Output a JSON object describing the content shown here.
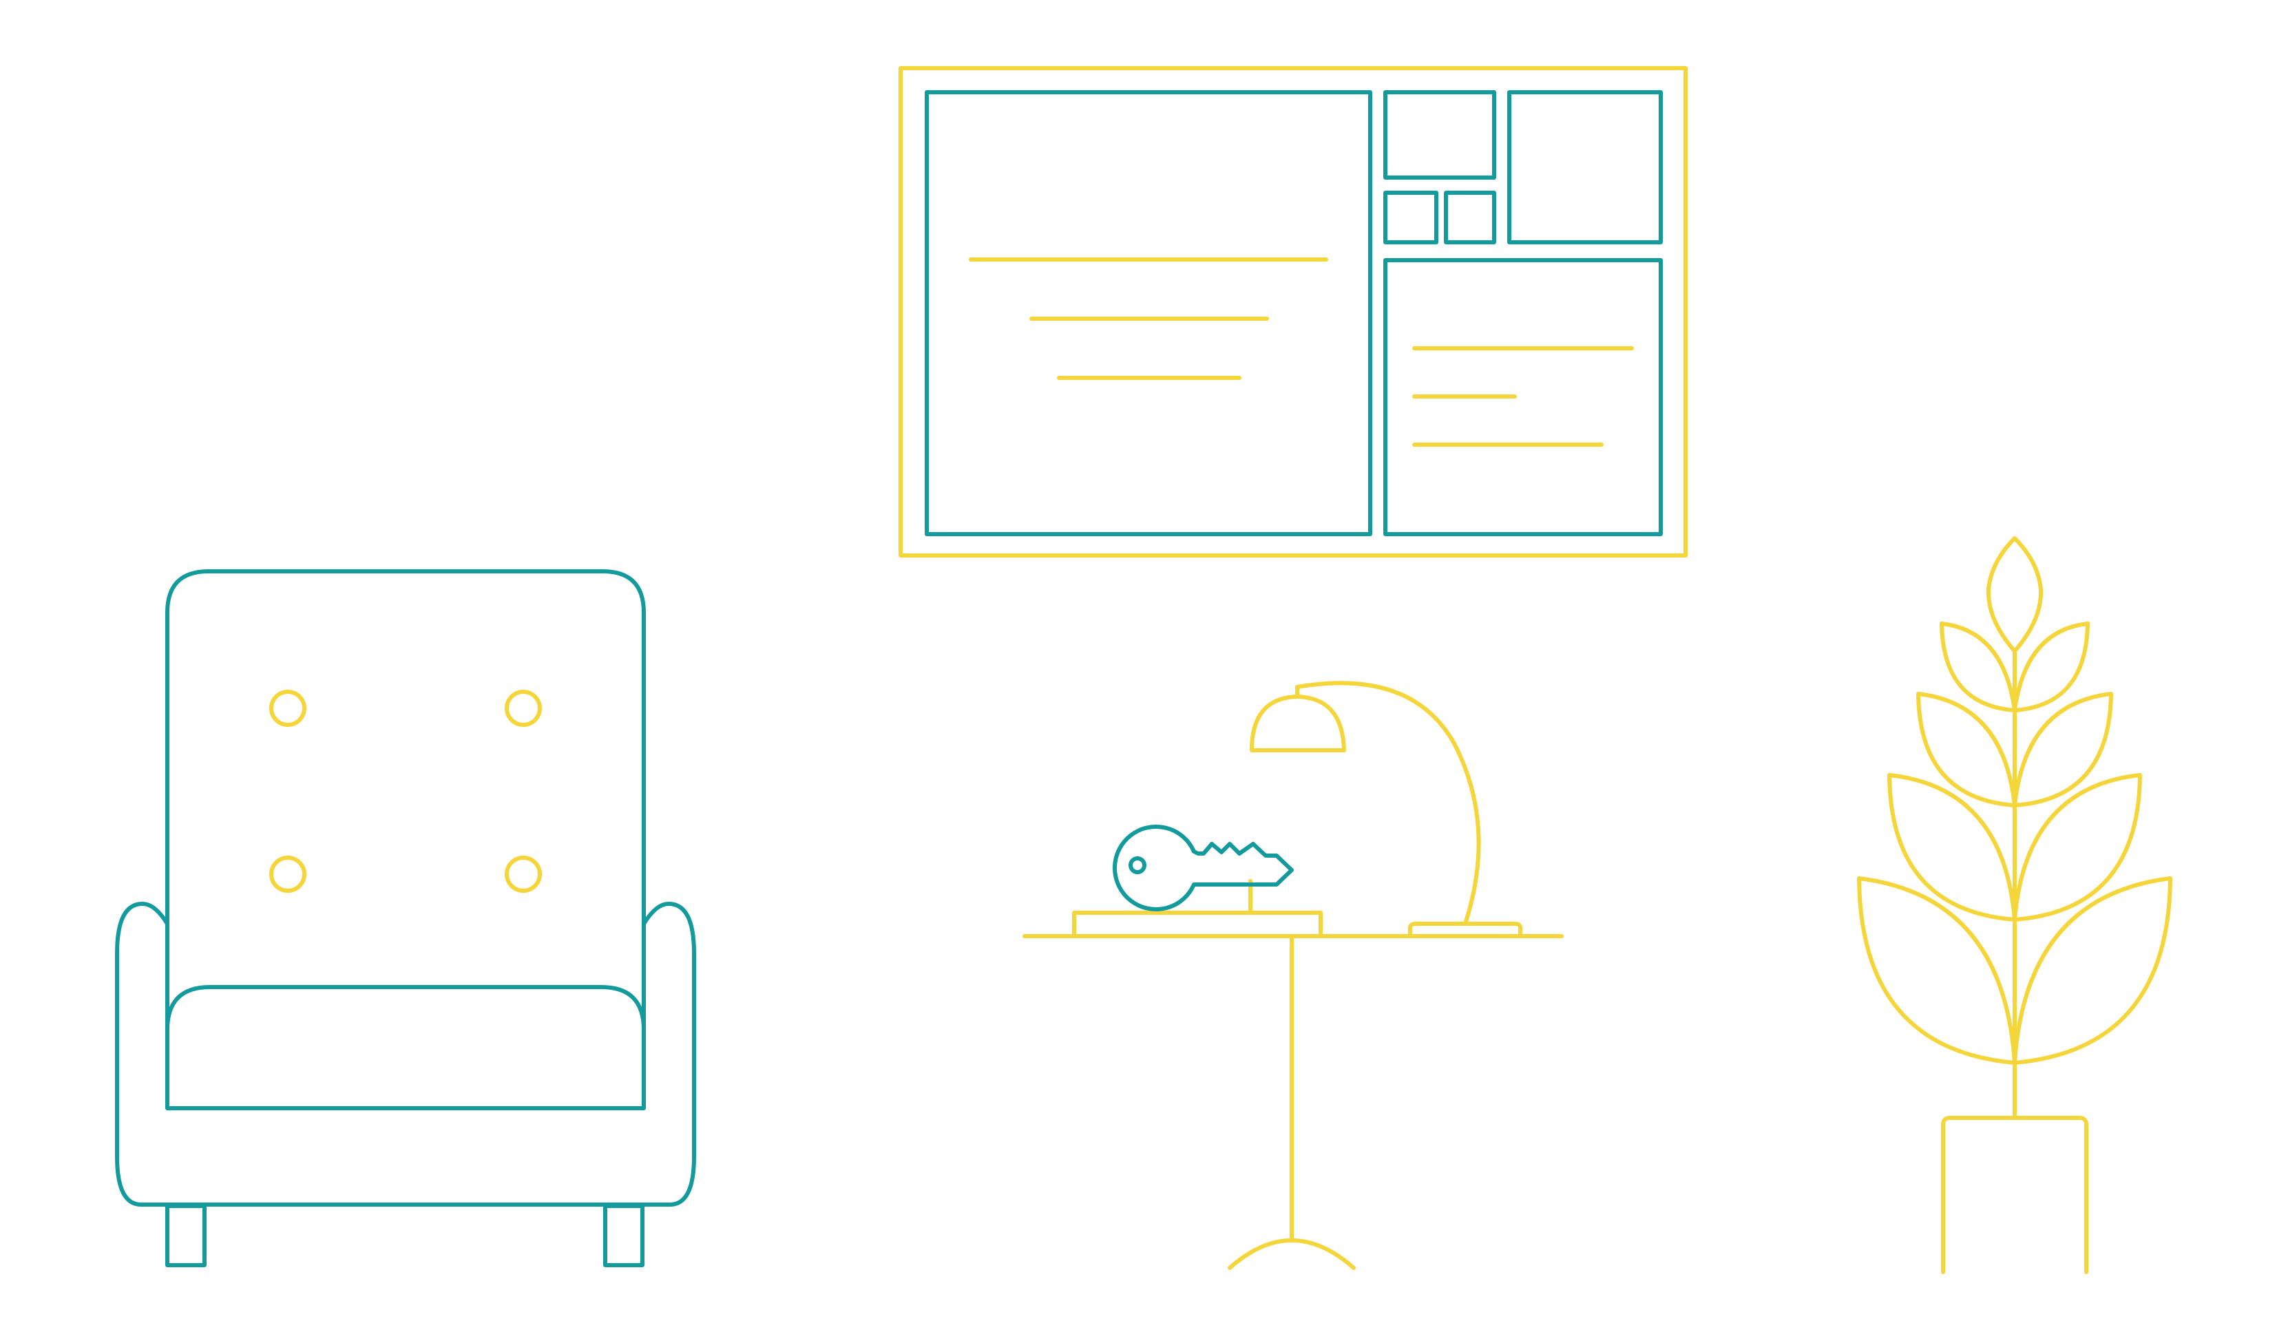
{
  "colors": {
    "teal": "#139a9c",
    "yellow": "#f4d53a",
    "background": "#ffffff"
  },
  "objects": [
    {
      "name": "armchair",
      "icon": "armchair-icon"
    },
    {
      "name": "framed-picture",
      "icon": "picture-frame-icon"
    },
    {
      "name": "desk-lamp",
      "icon": "lamp-icon"
    },
    {
      "name": "key",
      "icon": "key-icon"
    },
    {
      "name": "side-table",
      "icon": "table-icon"
    },
    {
      "name": "potted-plant",
      "icon": "plant-icon"
    }
  ]
}
